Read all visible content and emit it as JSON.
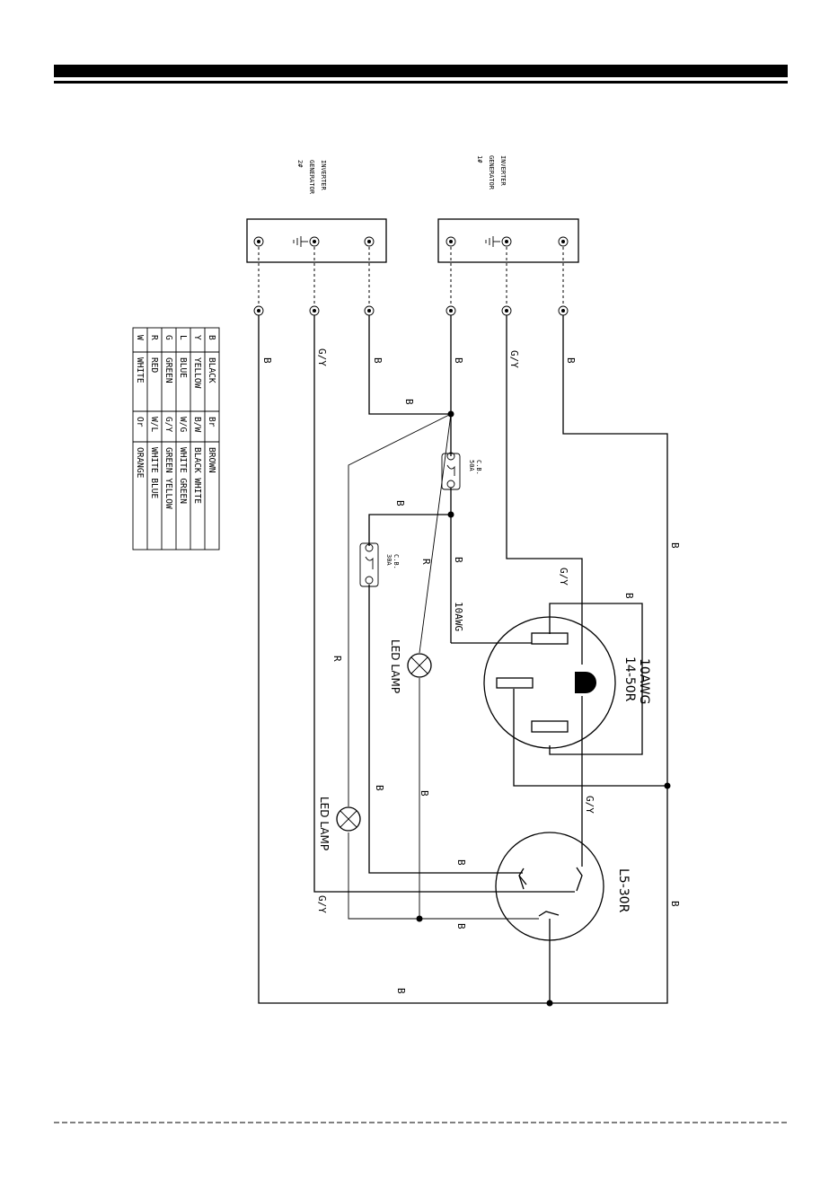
{
  "generators": [
    {
      "label": [
        "INVERTER",
        "GENERATOR",
        "2#"
      ]
    },
    {
      "label": [
        "INVERTER",
        "GENERATOR",
        "1#"
      ]
    }
  ],
  "legend": [
    {
      "code": "B",
      "name": "BLACK"
    },
    {
      "code": "Y",
      "name": "YELLOW"
    },
    {
      "code": "L",
      "name": "BLUE"
    },
    {
      "code": "G",
      "name": "GREEN"
    },
    {
      "code": "R",
      "name": "RED"
    },
    {
      "code": "W",
      "name": "WHITE"
    },
    {
      "code": "Br",
      "name": "BROWN"
    },
    {
      "code": "B/W",
      "name": "BLACK WHITE"
    },
    {
      "code": "W/G",
      "name": "WHITE GREEN"
    },
    {
      "code": "G/Y",
      "name": "GREEN YELLOW"
    },
    {
      "code": "W/L",
      "name": "WHITE BLUE"
    },
    {
      "code": "Or",
      "name": "ORANGE"
    }
  ],
  "wire_labels": {
    "b": "B",
    "gy": "G/Y",
    "r": "R",
    "awg": "10AWG"
  },
  "breakers": [
    {
      "label": "C.B.",
      "rating": "50A"
    },
    {
      "label": "C.B.",
      "rating": "30A"
    }
  ],
  "lamps": {
    "label": "LED LAMP"
  },
  "receptacles": {
    "r1": "14-50R",
    "r2": "L5-30R",
    "r1_awg": "10AWG"
  }
}
